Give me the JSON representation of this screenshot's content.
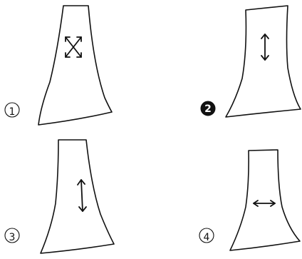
{
  "options": [
    {
      "marker": "1",
      "filled": false,
      "arrow": "four-way-diagonal-icon"
    },
    {
      "marker": "2",
      "filled": true,
      "arrow": "vertical-double-arrow-icon"
    },
    {
      "marker": "3",
      "filled": false,
      "arrow": "vertical-double-arrow-icon"
    },
    {
      "marker": "4",
      "filled": false,
      "arrow": "horizontal-double-arrow-icon"
    }
  ]
}
